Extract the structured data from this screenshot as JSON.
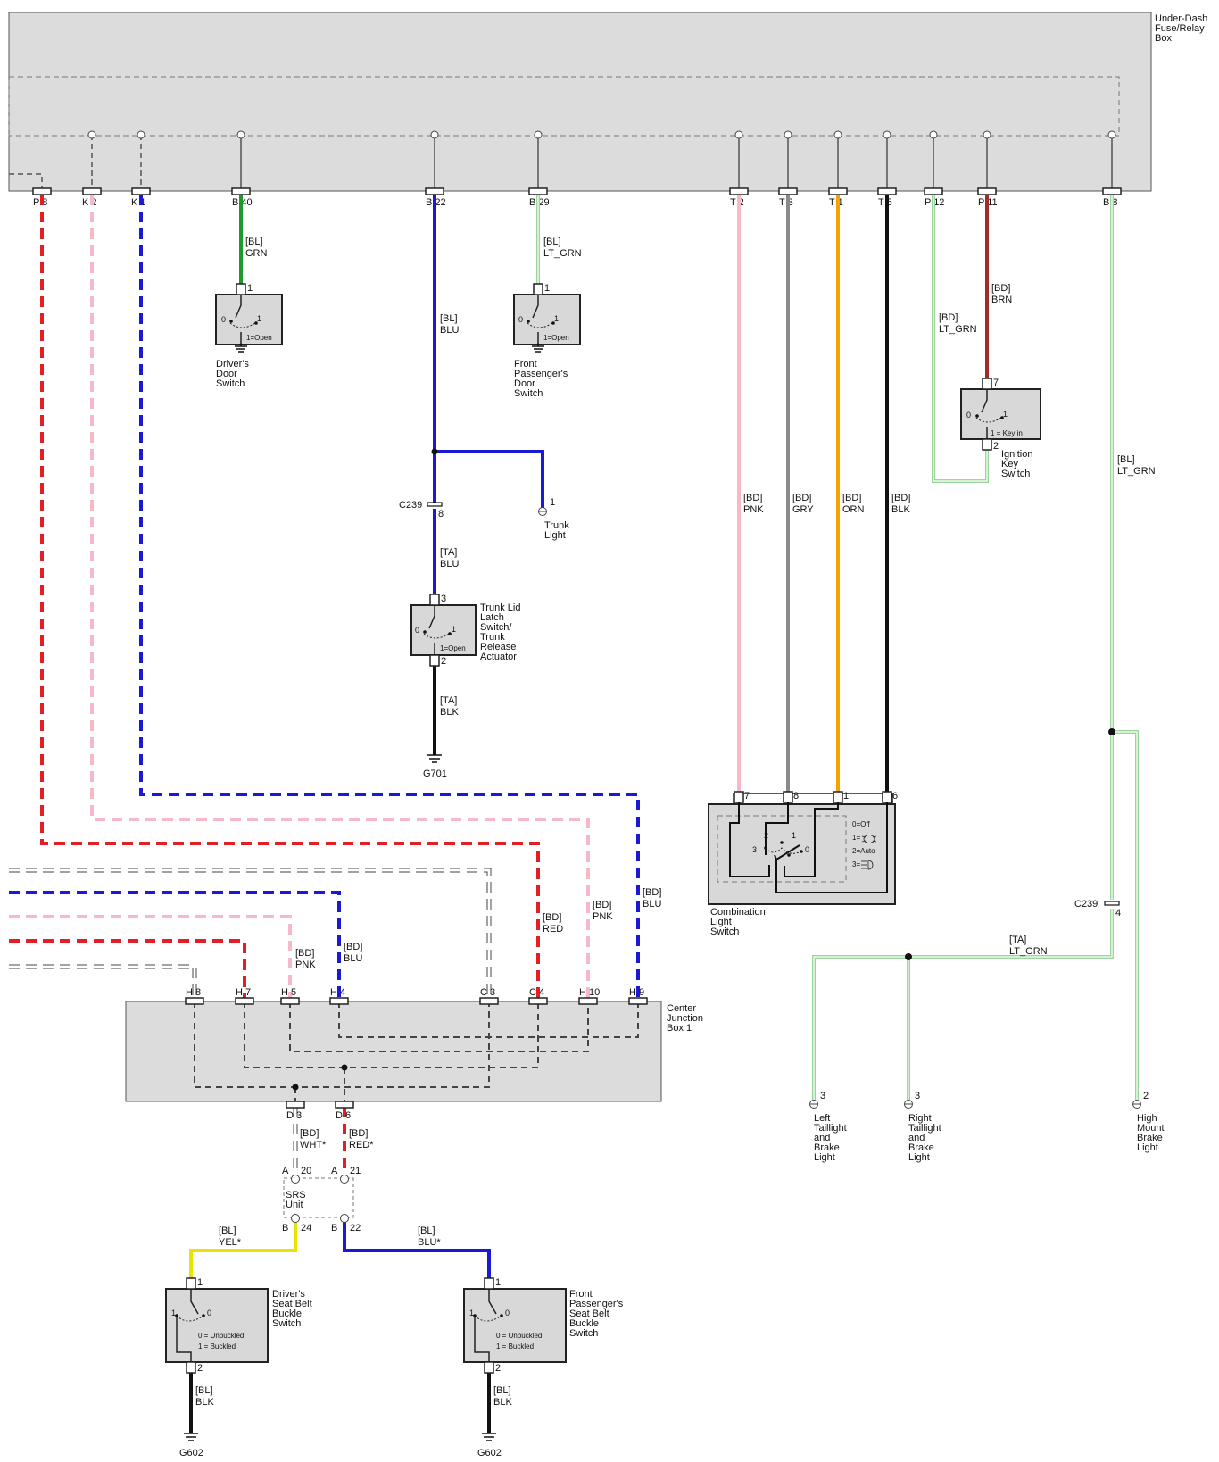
{
  "title": "",
  "colors": {
    "red": "#e31e24",
    "pink": "#f7b8c8",
    "blue": "#1a1ad6",
    "green": "#1f9a2a",
    "lt_green": "#9bd59b",
    "brown": "#a52a2a",
    "gray": "#8a8a8a",
    "orange": "#f4a300",
    "black": "#111111",
    "yellow": "#e8e300",
    "white": "#ffffff",
    "box_fill": "#dcdcdc"
  },
  "fuse_box": {
    "name": "Under-Dash Fuse/Relay Box",
    "name_lines": [
      "Under-Dash",
      "Fuse/Relay",
      "Box"
    ],
    "pins": [
      "P 8",
      "K 2",
      "K 1",
      "B 40",
      "B 22",
      "B 29",
      "T 2",
      "T 3",
      "T 1",
      "T 5",
      "P 12",
      "P 11",
      "B 8"
    ]
  },
  "center_junction_box": {
    "name_lines": [
      "Center",
      "Junction",
      "Box 1"
    ],
    "top_pins": [
      "H 8",
      "H 7",
      "H 5",
      "H 4",
      "C 3",
      "C 4",
      "H 10",
      "H 9"
    ],
    "bottom_pins": [
      "D 3",
      "D 6"
    ]
  },
  "wires": {
    "w_b40": [
      "[BL]",
      "GRN"
    ],
    "w_b29": [
      "[BL]",
      "LT_GRN"
    ],
    "w_b22": [
      "[BL]",
      "BLU"
    ],
    "w_c239_trunk": [
      "[TA]",
      "BLU"
    ],
    "w_trunk_gnd": [
      "[TA]",
      "BLK"
    ],
    "w_p11": [
      "[BD]",
      "BRN"
    ],
    "w_p12": [
      "[BD]",
      "LT_GRN"
    ],
    "w_b8": [
      "[BL]",
      "LT_GRN"
    ],
    "w_t2": [
      "[BD]",
      "PNK"
    ],
    "w_t3": [
      "[BD]",
      "GRY"
    ],
    "w_t1": [
      "[BD]",
      "ORN"
    ],
    "w_t5": [
      "[BD]",
      "BLK"
    ],
    "w_taillight": [
      "[TA]",
      "LT_GRN"
    ],
    "w_k1": [
      "[BD]",
      "BLU"
    ],
    "w_k2": [
      "[BD]",
      "PNK"
    ],
    "w_p8": [
      "[BD]",
      "RED"
    ],
    "w_h5": [
      "[BD]",
      "PNK"
    ],
    "w_h4": [
      "[BD]",
      "BLU"
    ],
    "w_d3": [
      "[BD]",
      "WHT*"
    ],
    "w_d6": [
      "[BD]",
      "RED*"
    ],
    "w_srs_b24": [
      "[BL]",
      "YEL*"
    ],
    "w_srs_b22": [
      "[BL]",
      "BLU*"
    ],
    "w_seat_gnd1": [
      "[BL]",
      "BLK"
    ],
    "w_seat_gnd2": [
      "[BL]",
      "BLK"
    ]
  },
  "components": {
    "drivers_door_switch": {
      "name_lines": [
        "Driver's",
        "Door",
        "Switch"
      ],
      "pin": "1",
      "state": "1=Open",
      "pos0": "0",
      "pos1": "1"
    },
    "front_pass_door_switch": {
      "name_lines": [
        "Front",
        "Passenger's",
        "Door",
        "Switch"
      ],
      "pin": "1",
      "state": "1=Open",
      "pos0": "0",
      "pos1": "1"
    },
    "trunk_light": {
      "name_lines": [
        "Trunk",
        "Light"
      ],
      "pin": "1"
    },
    "c239_upper": {
      "label": "C239",
      "pin": "8"
    },
    "trunk_lid_switch": {
      "name_lines": [
        "Trunk Lid",
        "Latch",
        "Switch/",
        "Trunk",
        "Release",
        "Actuator"
      ],
      "pin_top": "3",
      "pin_bottom": "2",
      "state": "1=Open",
      "pos0": "0",
      "pos1": "1"
    },
    "ground_g701": {
      "label": "G701"
    },
    "ignition_key_switch": {
      "name_lines": [
        "Ignition",
        "Key",
        "Switch"
      ],
      "pin_top": "7",
      "pin_bottom": "2",
      "state": "1 = Key in",
      "pos0": "0",
      "pos1": "1"
    },
    "combination_light_switch": {
      "name_lines": [
        "Combination",
        "Light",
        "Switch"
      ],
      "pins": [
        "7",
        "8",
        "1",
        "6"
      ],
      "positions": [
        "0=Off",
        "1=",
        "2=Auto",
        "3="
      ],
      "pos_labels": [
        "2",
        "1",
        "3",
        "0"
      ]
    },
    "c239_lower": {
      "label": "C239",
      "pin": "4"
    },
    "left_taillight": {
      "name_lines": [
        "Left",
        "Taillight",
        "and",
        "Brake",
        "Light"
      ],
      "pin": "3"
    },
    "right_taillight": {
      "name_lines": [
        "Right",
        "Taillight",
        "and",
        "Brake",
        "Light"
      ],
      "pin": "3"
    },
    "high_mount_brake": {
      "name_lines": [
        "High",
        "Mount",
        "Brake",
        "Light"
      ],
      "pin": "2"
    },
    "srs_unit": {
      "name_lines": [
        "SRS",
        "Unit"
      ],
      "pins": [
        "A",
        "20",
        "A",
        "21",
        "B",
        "24",
        "B",
        "22"
      ]
    },
    "drivers_seat_belt": {
      "name_lines": [
        "Driver's",
        "Seat Belt",
        "Buckle",
        "Switch"
      ],
      "pin_top": "1",
      "pin_bottom": "2",
      "legend": [
        "0 = Unbuckled",
        "1 = Buckled"
      ],
      "pos0": "0",
      "pos1": "1"
    },
    "front_pass_seat_belt": {
      "name_lines": [
        "Front",
        "Passenger's",
        "Seat Belt",
        "Buckle",
        "Switch"
      ],
      "pin_top": "1",
      "pin_bottom": "2",
      "legend": [
        "0 = Unbuckled",
        "1 = Buckled"
      ],
      "pos0": "0",
      "pos1": "1"
    },
    "ground_g602_1": {
      "label": "G602"
    },
    "ground_g602_2": {
      "label": "G602"
    }
  }
}
